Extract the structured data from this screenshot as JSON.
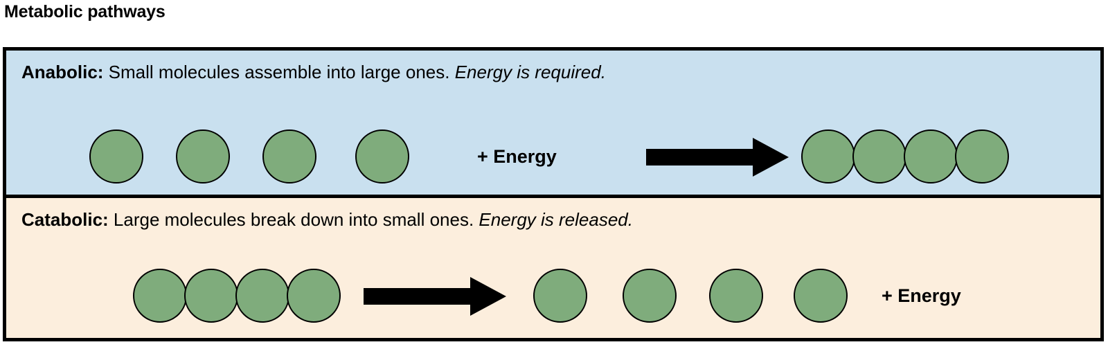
{
  "title": "Metabolic pathways",
  "colors": {
    "anabolic_background": "#c9e0ef",
    "catabolic_background": "#fceedd",
    "molecule_fill": "#7fac7c",
    "outline": "#000000",
    "page_background": "#ffffff"
  },
  "panels": [
    {
      "id": "anabolic",
      "term": "Anabolic:",
      "description": " Small molecules assemble into large ones. ",
      "energy_note": "Energy is required.",
      "background": "#c9e0ef",
      "reactants": {
        "label": "small-molecules",
        "count": 4,
        "arrangement": "separated"
      },
      "energy_label": "+ Energy",
      "energy_position": "left-of-arrow",
      "arrow": {
        "direction": "right",
        "name": "reaction-arrow"
      },
      "products": {
        "label": "large-molecule",
        "count": 4,
        "arrangement": "joined"
      }
    },
    {
      "id": "catabolic",
      "term": "Catabolic:",
      "description": " Large molecules break down into small ones. ",
      "energy_note": "Energy is released.",
      "background": "#fceedd",
      "reactants": {
        "label": "large-molecule",
        "count": 4,
        "arrangement": "joined"
      },
      "energy_label": "+ Energy",
      "energy_position": "right-of-products",
      "arrow": {
        "direction": "right",
        "name": "reaction-arrow"
      },
      "products": {
        "label": "small-molecules",
        "count": 4,
        "arrangement": "separated"
      }
    }
  ]
}
